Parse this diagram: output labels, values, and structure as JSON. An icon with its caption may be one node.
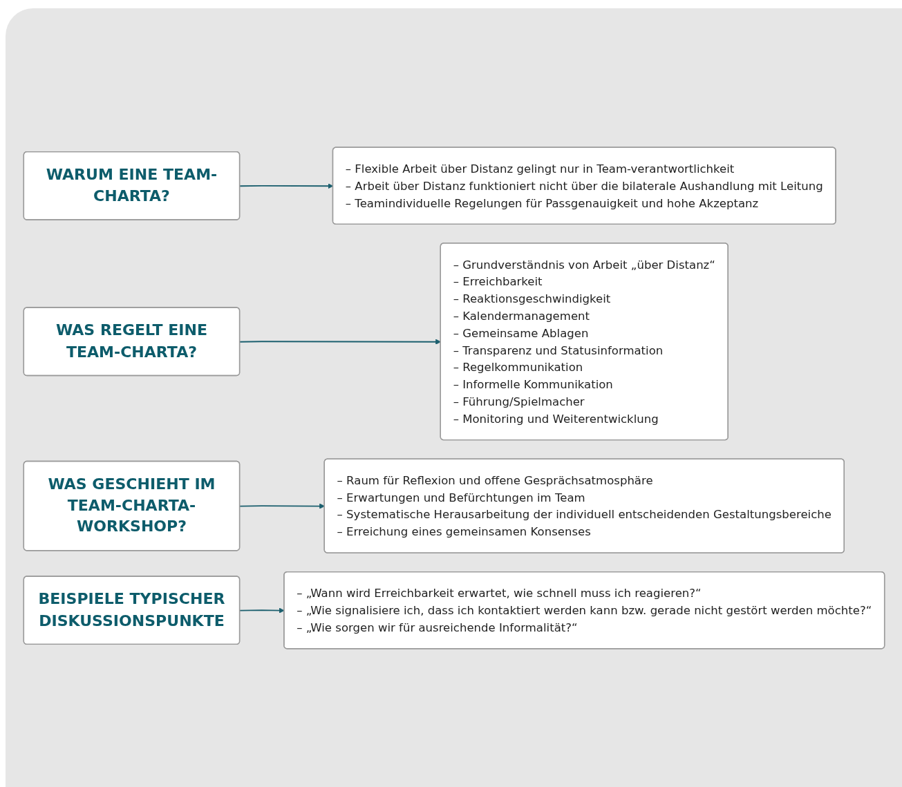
{
  "diagram": {
    "nodes": [
      {
        "text": [
          "WARUM EINE TEAM-CHARTA?"
        ]
      },
      {
        "text": [
          "– Flexible Arbeit über Distanz gelingt nur in Team-verantwortlichkeit",
          "– Arbeit über Distanz funktioniert nicht über die bilaterale Aushandlung mit Leitung",
          "– Teamindividuelle Regelungen für Passgenauigkeit und hohe Akzeptanz"
        ]
      },
      {
        "text": [
          "WAS REGELT EINE TEAM-CHARTA?"
        ]
      },
      {
        "text": [
          "– Grundverständnis von Arbeit „über Distanz“",
          "– Erreichbarkeit",
          "– Reaktionsgeschwindigkeit",
          "– Kalendermanagement",
          "– Gemeinsame Ablagen",
          "– Transparenz und Statusinformation",
          "– Regelkommunikation",
          "– Informelle Kommunikation",
          "– Führung/Spielmacher",
          "– Monitoring und Weiterentwicklung"
        ]
      },
      {
        "text": [
          "WAS GESCHIEHT IM TEAM-CHARTA-WORKSHOP?"
        ]
      },
      {
        "text": [
          "– Raum für Reflexion und offene Gesprächsatmosphäre",
          "– Erwartungen und Befürchtungen im Team",
          "– Systematische Herausarbeitung der individuell entscheidenden Gestaltungsbereiche",
          "– Erreichung eines gemeinsamen Konsenses"
        ]
      },
      {
        "text": [
          "BEISPIELE TYPISCHER DISKUSSIONSPUNKTE"
        ]
      },
      {
        "text": [
          "– „Wann wird Erreichbarkeit erwartet, wie schnell muss ich reagieren?“",
          "– „Wie signalisiere ich, dass ich kontaktiert werden kann bzw. gerade nicht gestört werden möchte?“",
          "– „Wie sorgen wir für ausreichende Informalität?“"
        ]
      }
    ],
    "edges": [
      {
        "from": 0,
        "to": 1,
        "arrow": "to"
      },
      {
        "from": 2,
        "to": 3,
        "arrow": "to"
      },
      {
        "from": 4,
        "to": 5,
        "arrow": "to"
      },
      {
        "from": 6,
        "to": 7,
        "arrow": "to"
      }
    ]
  }
}
